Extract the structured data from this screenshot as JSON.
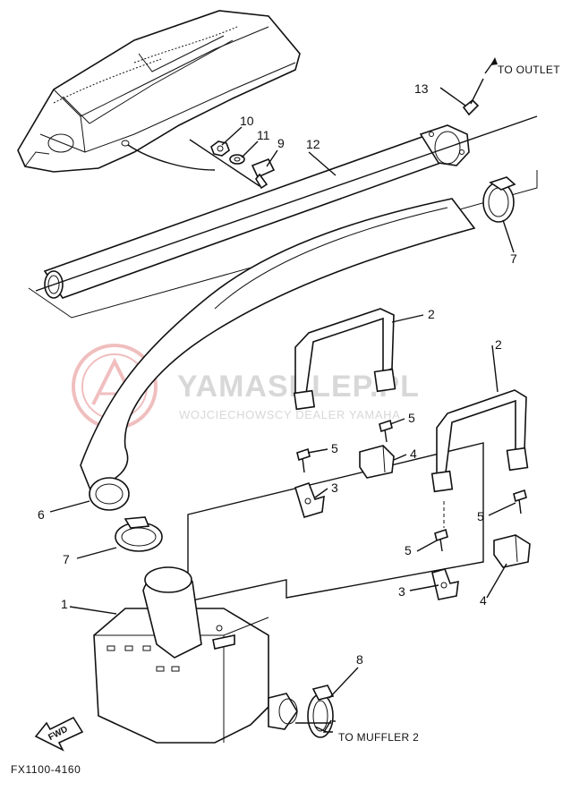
{
  "diagram": {
    "code": "FX1100-4160",
    "fwd_label": "FWD",
    "notes": {
      "to_outlet": "TO OUTLET",
      "to_muffler": "TO MUFFLER 2"
    },
    "callouts": [
      "1",
      "2",
      "2",
      "3",
      "3",
      "4",
      "4",
      "5",
      "5",
      "5",
      "5",
      "6",
      "7",
      "7",
      "8",
      "9",
      "10",
      "11",
      "12",
      "13"
    ],
    "watermark": {
      "title": "YAMASKLEP.PL",
      "subtitle": "WOJCIECHOWSCY DEALER YAMAHA"
    },
    "colors": {
      "ink": "#111111",
      "watermark_logo": "#e48a8a",
      "watermark_text": "#d8d8d8"
    }
  }
}
